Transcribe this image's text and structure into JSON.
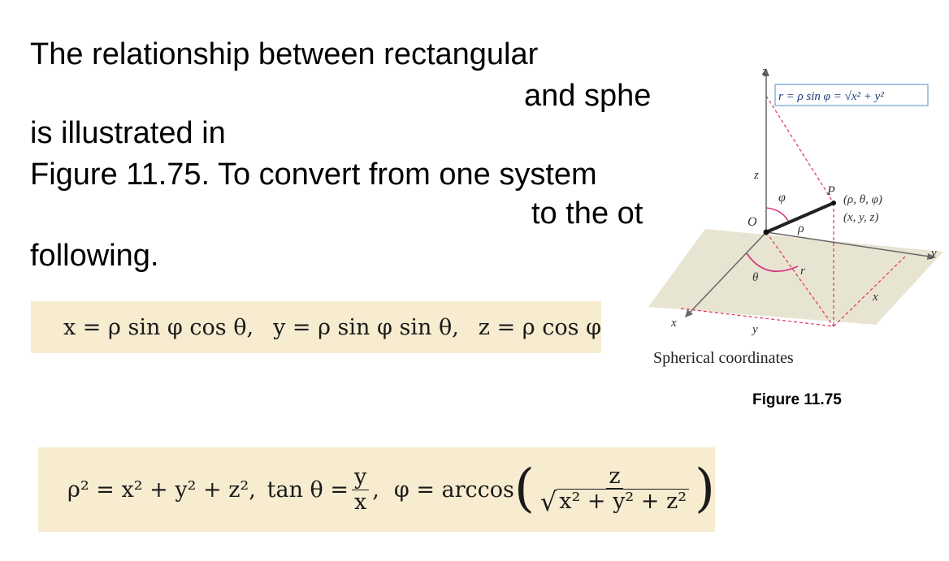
{
  "paragraph": {
    "line1": "The relationship between rectangular",
    "line2": "and sphe",
    "line3": "is illustrated in",
    "line4": "Figure 11.75. To convert from one system",
    "line5": "to the ot",
    "line6": "following."
  },
  "formula1": {
    "x_eq": "x = ρ sin φ cos θ,",
    "y_eq": "y = ρ sin φ sin θ,",
    "z_eq": "z = ρ cos φ"
  },
  "formula2": {
    "rho_sq": "ρ² = x² + y² + z²,",
    "tan_lhs": "tan θ =",
    "tan_num": "y",
    "tan_den": "x",
    "comma": ",",
    "phi_lhs": "φ = arccos",
    "arccos_num": "z",
    "arccos_den": "x² + y² + z²"
  },
  "figure": {
    "axis_z": "z",
    "axis_y": "y",
    "axis_x": "x",
    "r_formula": "r = ρ sin φ = √x² + y²",
    "label_z": "z",
    "label_phi": "φ",
    "label_P": "P",
    "label_coords_sph": "(ρ, θ, φ)",
    "label_coords_rect": "(x, y, z)",
    "label_O": "O",
    "label_rho": "ρ",
    "label_theta": "θ",
    "label_r": "r",
    "label_x_proj": "x",
    "label_y_proj": "y",
    "caption": "Spherical coordinates"
  },
  "figure_label": "Figure 11.75"
}
